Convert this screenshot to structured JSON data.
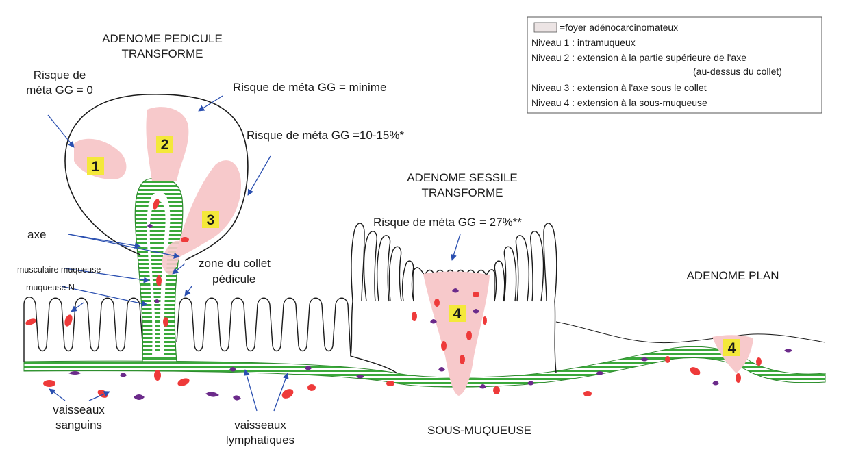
{
  "legend": {
    "title": "=foyer adénocarcinomateux",
    "lines": [
      "Niveau 1 : intramuqueux",
      "Niveau 2 : extension à la partie supérieure de l'axe",
      "(au-dessus du collet)",
      "Niveau 3 : extension à l'axe sous le collet",
      "Niveau 4 : extension à la sous-muqueuse"
    ]
  },
  "pedicle": {
    "title_line1": "ADENOME PEDICULE",
    "title_line2": "TRANSFORME",
    "risk0_line1": "Risque de",
    "risk0_line2": "méta GG = 0",
    "risk_minimal": "Risque de méta GG = minime",
    "risk_10_15": "Risque de méta GG =10-15%*",
    "level1": "1",
    "level2": "2",
    "level3": "3"
  },
  "sessile": {
    "title_line1": "ADENOME SESSILE",
    "title_line2": "TRANSFORME",
    "risk": "Risque de méta GG = 27%**",
    "level4": "4"
  },
  "flat": {
    "title": "ADENOME PLAN",
    "level4": "4"
  },
  "labels": {
    "axe": "axe",
    "musculaire": "musculaire muqueuse",
    "muqueuse": "muqueuse N",
    "collet_line1": "zone du collet",
    "collet_line2": "pédicule",
    "vaisseaux_sanguins_line1": "vaisseaux",
    "vaisseaux_sanguins_line2": "sanguins",
    "vaisseaux_lymph_line1": "vaisseaux",
    "vaisseaux_lymph_line2": "lymphatiques",
    "sous_muqueuse": "SOUS-MUQUEUSE"
  },
  "colors": {
    "tumor": "#f7c9cb",
    "muscle": "#3aa83a",
    "blood": "#ee3a3a",
    "lymph": "#6b2a8a",
    "arrow": "#2a4fb0",
    "badge": "#f4e83a"
  }
}
